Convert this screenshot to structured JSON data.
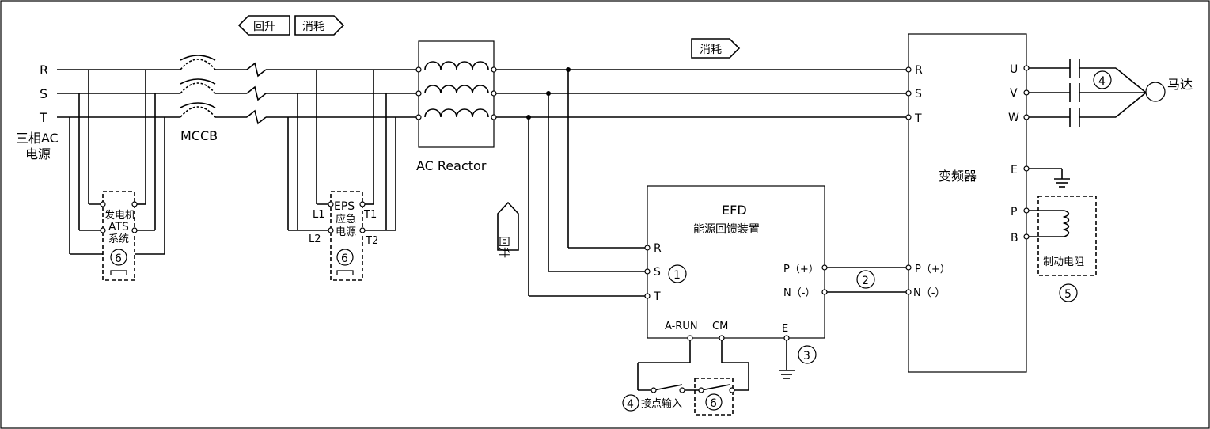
{
  "phases": {
    "r": "R",
    "s": "S",
    "t": "T"
  },
  "source": {
    "line1": "三相AC",
    "line2": "电源"
  },
  "breaker": {
    "label": "MCCB"
  },
  "reactor": {
    "label": "AC Reactor"
  },
  "arrows": {
    "regen": "回升",
    "consume": "消耗"
  },
  "ats": {
    "line1": "发电机",
    "line2": "ATS",
    "line3": "系统",
    "num": "6"
  },
  "eps": {
    "line1": "EPS",
    "line2": "应急",
    "line3": "电源",
    "l1": "L1",
    "l2": "L2",
    "t1": "T1",
    "t2": "T2",
    "num": "6"
  },
  "efd": {
    "title": "EFD",
    "subtitle": "能源回馈装置",
    "r": "R",
    "s": "S",
    "t": "T",
    "p": "P（+）",
    "n": "N（-）",
    "arun": "A-RUN",
    "cm": "CM",
    "e": "E"
  },
  "inverter": {
    "title": "变频器",
    "r": "R",
    "s": "S",
    "t": "T",
    "u": "U",
    "v": "V",
    "w": "W",
    "e": "E",
    "p": "P",
    "b": "B",
    "pplus": "P（+）",
    "nminus": "N（-）"
  },
  "motor": {
    "label": "马达"
  },
  "brake": {
    "label": "制动电阻"
  },
  "contact": {
    "label": "接点输入"
  },
  "nums": {
    "n1": "1",
    "n2": "2",
    "n3": "3",
    "n4": "4",
    "n5": "5",
    "n6": "6"
  },
  "colors": {
    "line": "#000000",
    "background": "#ffffff"
  }
}
